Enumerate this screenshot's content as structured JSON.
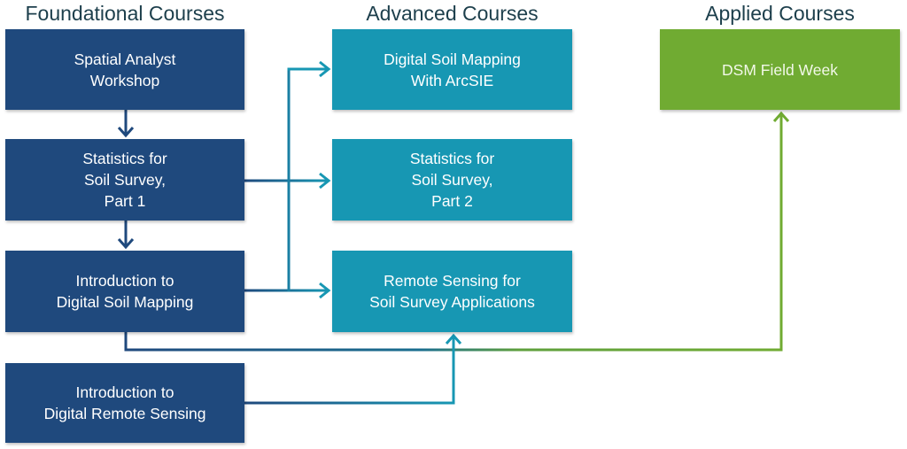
{
  "columns": {
    "foundational": {
      "title": "Foundational Courses"
    },
    "advanced": {
      "title": "Advanced Courses"
    },
    "applied": {
      "title": "Applied Courses"
    }
  },
  "courses": {
    "spatial_analyst": "Spatial Analyst\nWorkshop",
    "stats_part1": "Statistics for\nSoil Survey,\nPart 1",
    "intro_dsm": "Introduction to\nDigital Soil Mapping",
    "intro_drs": "Introduction to\nDigital Remote Sensing",
    "dsm_arcsie": "Digital Soil Mapping\nWith ArcSIE",
    "stats_part2": "Statistics for\nSoil Survey,\nPart 2",
    "remote_sensing": "Remote Sensing for\nSoil Survey Applications",
    "dsm_field_week": "DSM Field Week"
  },
  "connections": [
    {
      "from": "Spatial Analyst Workshop",
      "to": "Statistics for Soil Survey, Part 1"
    },
    {
      "from": "Statistics for Soil Survey, Part 1",
      "to": "Introduction to Digital Soil Mapping"
    },
    {
      "from": "Statistics for Soil Survey, Part 1",
      "to": "Statistics for Soil Survey, Part 2"
    },
    {
      "from": "Introduction to Digital Soil Mapping",
      "to": "Digital Soil Mapping With ArcSIE"
    },
    {
      "from": "Introduction to Digital Soil Mapping",
      "to": "Remote Sensing for Soil Survey Applications"
    },
    {
      "from": "Introduction to Digital Soil Mapping",
      "to": "DSM Field Week"
    },
    {
      "from": "Introduction to Digital Remote Sensing",
      "to": "Remote Sensing for Soil Survey Applications"
    }
  ],
  "colors": {
    "foundational": "#1f497d",
    "advanced": "#1797b3",
    "applied": "#70ab32",
    "title_text": "#1d3f4c"
  }
}
